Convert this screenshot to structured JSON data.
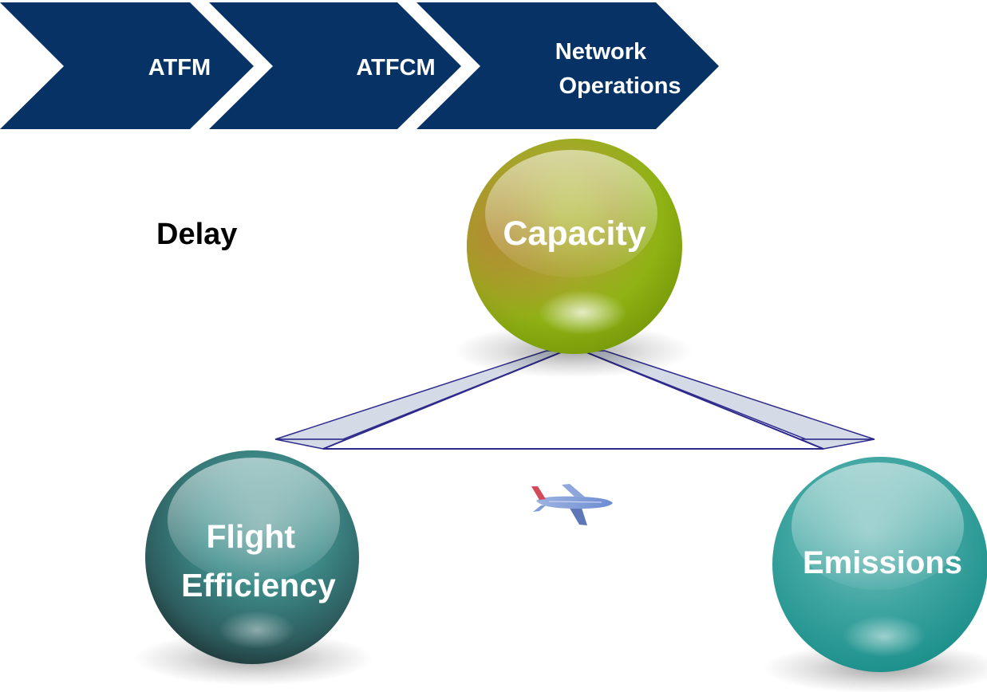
{
  "process_steps": [
    {
      "label_lines": [
        "ATFM"
      ]
    },
    {
      "label_lines": [
        "ATFCM"
      ]
    },
    {
      "label_lines": [
        "Network",
        "Operations"
      ]
    }
  ],
  "delay_label": "Delay",
  "spheres": {
    "capacity": {
      "label_lines": [
        "Capacity"
      ]
    },
    "flight_efficiency": {
      "label_lines": [
        "Flight",
        "Efficiency"
      ]
    },
    "emissions": {
      "label_lines": [
        "Emissions"
      ]
    }
  },
  "colors": {
    "chevron_fill": "#063265",
    "capacity_sphere": "#8fb214",
    "capacity_sphere_warm": "#b48a34",
    "flight_efficiency_sphere": "#2e8f8c",
    "flight_efficiency_shadow": "#1b1b1b",
    "emissions_sphere": "#1a9a94",
    "balance_beam_fill": "#d5dbe6",
    "balance_beam_stroke": "#2d2a8c",
    "airplane": "#7f9bd8"
  },
  "icons": {
    "airplane": "airplane-icon"
  }
}
